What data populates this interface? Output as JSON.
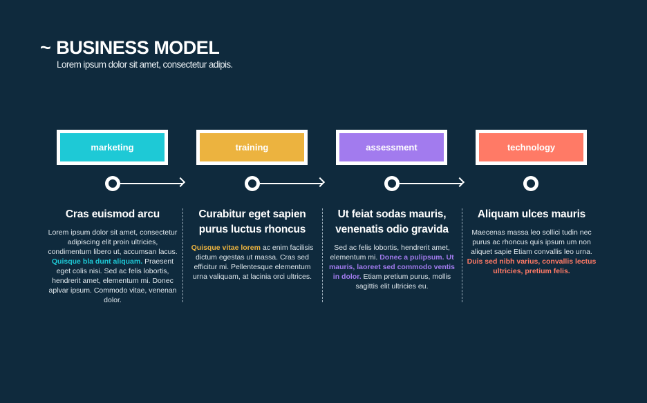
{
  "header": {
    "tilde": "~",
    "title": "BUSINESS MODEL",
    "subtitle": "Lorem ipsum dolor sit amet, consectetur adipis."
  },
  "colors": {
    "background": "#0f2a3d",
    "marketing": "#1ec9d6",
    "training": "#ecb33f",
    "assessment": "#a27bee",
    "technology": "#ff7a66"
  },
  "steps": [
    {
      "label": "marketing",
      "heading": "Cras euismod arcu",
      "text_before": "Lorem ipsum dolor sit amet, consectetur adipiscing elit proin ultricies, condimentum libero ut, accumsan lacus. ",
      "highlight": "Quisque bla dunt aliquam.",
      "text_after": " Praesent eget colis nisi. Sed ac felis lobortis, hendrerit amet, elementum mi. Donec aplvar ipsum. Commodo vitae, venenan dolor."
    },
    {
      "label": "training",
      "heading": "Curabitur eget sapien purus luctus rhoncus",
      "text_before": "",
      "highlight": "Quisque vitae lorem",
      "text_after": " ac enim facilisis dictum egestas ut massa. Cras sed efficitur mi. Pellentesque elementum urna valiquam, at lacinia orci ultrices."
    },
    {
      "label": "assessment",
      "heading": "Ut feiat sodas mauris, venenatis odio gravida",
      "text_before": "Sed ac felis lobortis, hendrerit amet, elementum mi. ",
      "highlight": "Donec a pulipsum. Ut mauris, laoreet sed commodo ventis in dolor.",
      "text_after": " Etiam pretium purus, mollis sagittis elit ultricies eu."
    },
    {
      "label": "technology",
      "heading": "Aliquam ulces mauris",
      "text_before": "Maecenas massa leo sollici tudin nec purus ac rhoncus quis ipsum um non aliquet sapie Etiam convallis leo urna. ",
      "highlight": "Duis sed nibh varius, convallis lectus ultricies, pretium felis.",
      "text_after": ""
    }
  ]
}
